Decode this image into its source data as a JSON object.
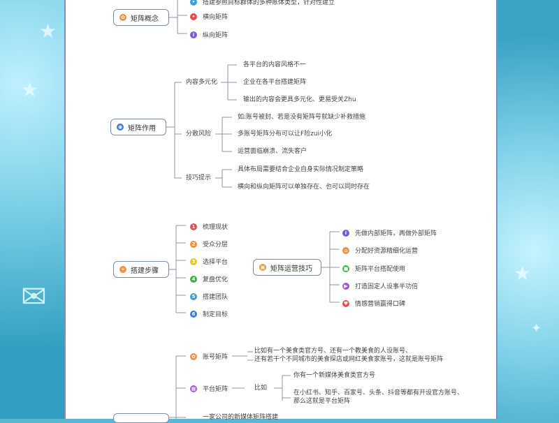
{
  "top": {
    "partial": "搭建参照目标群体的多种账体类型，针对性建立",
    "items": [
      "横向矩阵",
      "纵向矩阵"
    ]
  },
  "b1": {
    "label": "矩阵概念"
  },
  "b2": {
    "label": "矩阵作用",
    "g1": {
      "label": "内容多元化",
      "items": [
        "各平台的内容风格不一",
        "企业在各平台搭建矩阵",
        "输出的内容会更具多元化、更易受关Zhu"
      ]
    },
    "g2": {
      "label": "分散风险",
      "items": [
        "如:账号被封、若是没有矩阵号就缺少补救措施",
        "多账号矩阵分布可以让F险zui小化",
        "运营面临崩溃、流失客户"
      ]
    },
    "g3": {
      "label": "技巧提示",
      "items": [
        "具体布局需要结合企业自身实际情况制定策略",
        "横向和纵向矩阵可以单独存在、也可以同时存在"
      ]
    }
  },
  "b3": {
    "label": "搭建步骤",
    "steps": [
      "梳理现状",
      "受众分层",
      "选择平台",
      "复盘优化",
      "搭建团队",
      "制定目标"
    ]
  },
  "b4": {
    "label": "矩阵运营技巧",
    "items": [
      "先做内部矩阵，再做外部矩阵",
      "分配好资源精细化运营",
      "矩阵平台搭配使用",
      "打造固定人设事半功倍",
      "情感营销赢得口碑"
    ]
  },
  "b5": {
    "acct": {
      "label": "账号矩阵",
      "line1": "比如有一个美食类官方号、还有一个教美食的人设账号、",
      "line2": "还有若干个不同城市的美食探店或网红美食家账号，这就是账号矩阵"
    },
    "plat": {
      "label": "平台矩阵",
      "eg": "比如",
      "line1": "你有一个新媒体美食类官方号",
      "line2": "在小红书、知乎、百家号、头条、抖音等都有开设官方账号、",
      "line3": "那么这就是平台矩阵"
    },
    "bottom": "一家公司的新媒体矩阵搭建"
  },
  "colors": {
    "steps": [
      "#e84c4c",
      "#f0903a",
      "#f2c21b",
      "#3fae49",
      "#3aa0de",
      "#3a79d8"
    ],
    "tips": [
      "#7a5ad8",
      "#f0903a",
      "#3fae49",
      "#9b59c9",
      "#e84c4c"
    ]
  }
}
